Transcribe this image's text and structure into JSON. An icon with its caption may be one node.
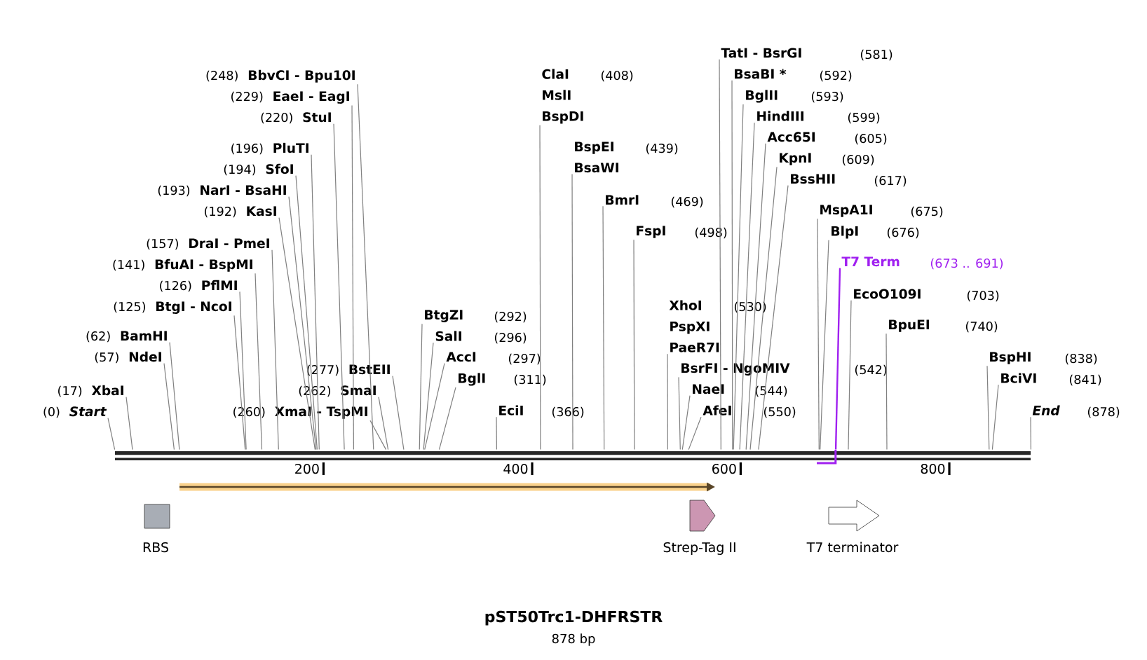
{
  "diagram": {
    "title": "pST50Trc1-DHFRSTR",
    "caption": "878 bp",
    "nodes": [
      {
        "text": [],
        "shape": "bar"
      },
      {
        "text": [
          "Start"
        ],
        "beside": [
          "(0)"
        ]
      },
      {
        "text": [
          "XbaI"
        ],
        "beside": [
          "(17)"
        ]
      },
      {
        "text": [
          "NdeI"
        ],
        "beside": [
          "(57)"
        ]
      },
      {
        "text": [
          "BamHI"
        ],
        "beside": [
          "(62)"
        ]
      },
      {
        "text": [
          "BtgI - NcoI"
        ],
        "beside": [
          "(125)"
        ]
      },
      {
        "text": [
          "PflMI"
        ],
        "beside": [
          "(126)"
        ]
      },
      {
        "text": [
          "BfuAI - BspMI"
        ],
        "beside": [
          "(141)"
        ]
      },
      {
        "text": [
          "DraI - PmeI"
        ],
        "beside": [
          "(157)"
        ]
      },
      {
        "text": [
          "KasI"
        ],
        "beside": [
          "(192)"
        ]
      },
      {
        "text": [
          "NarI - BsaHI"
        ],
        "beside": [
          "(193)"
        ]
      },
      {
        "text": [
          "SfoI"
        ],
        "beside": [
          "(194)"
        ]
      },
      {
        "text": [
          "PluTI"
        ],
        "beside": [
          "(196)"
        ]
      },
      {
        "text": [
          "StuI"
        ],
        "beside": [
          "(220)"
        ]
      },
      {
        "text": [
          "EaeI - EagI"
        ],
        "beside": [
          "(229)"
        ]
      },
      {
        "text": [
          "BbvCI - Bpu10I"
        ],
        "beside": [
          "(248)"
        ]
      },
      {
        "text": [
          "XmaI - TspMI"
        ],
        "beside": [
          "(260)"
        ]
      },
      {
        "text": [
          "SmaI"
        ],
        "beside": [
          "(262)"
        ]
      },
      {
        "text": [
          "BstEII"
        ],
        "beside": [
          "(277)"
        ]
      },
      {
        "text": [
          "BtgZI"
        ],
        "beside": [
          "(292)"
        ]
      },
      {
        "text": [
          "SalI"
        ],
        "beside": [
          "(296)"
        ]
      },
      {
        "text": [
          "AccI"
        ],
        "beside": [
          "(297)"
        ]
      },
      {
        "text": [
          "BglI"
        ],
        "beside": [
          "(311)"
        ]
      },
      {
        "text": [
          "EciI"
        ],
        "beside": [
          "(366)"
        ]
      },
      {
        "text": [
          "ClaI",
          "MslI",
          "BspDI"
        ],
        "beside": [
          "(408)"
        ]
      },
      {
        "text": [
          "BspEI",
          "BsaWI"
        ],
        "beside": [
          "(439)"
        ]
      },
      {
        "text": [
          "BmrI"
        ],
        "beside": [
          "(469)"
        ]
      },
      {
        "text": [
          "FspI"
        ],
        "beside": [
          "(498)"
        ]
      },
      {
        "text": [
          "XhoI",
          "PspXI",
          "PaeR7I"
        ],
        "beside": [
          "(530)"
        ]
      },
      {
        "text": [
          "BsrFI - NgoMIV"
        ],
        "beside": [
          "(542)"
        ]
      },
      {
        "text": [
          "NaeI"
        ],
        "beside": [
          "(544)"
        ]
      },
      {
        "text": [
          "AfeI"
        ],
        "beside": [
          "(550)"
        ]
      },
      {
        "text": [
          "TatI - BsrGI"
        ],
        "beside": [
          "(581)"
        ]
      },
      {
        "text": [
          "BsaBI *"
        ],
        "beside": [
          "(592)"
        ]
      },
      {
        "text": [
          "BglII"
        ],
        "beside": [
          "(593)"
        ]
      },
      {
        "text": [
          "HindIII"
        ],
        "beside": [
          "(599)"
        ]
      },
      {
        "text": [
          "Acc65I"
        ],
        "beside": [
          "(605)"
        ]
      },
      {
        "text": [
          "KpnI"
        ],
        "beside": [
          "(609)"
        ]
      },
      {
        "text": [
          "BssHII"
        ],
        "beside": [
          "(617)"
        ]
      },
      {
        "text": [
          "T7 Term"
        ],
        "beside": [
          "(673 .. 691)"
        ]
      },
      {
        "text": [
          "MspA1I"
        ],
        "beside": [
          "(675)"
        ]
      },
      {
        "text": [
          "BlpI"
        ],
        "beside": [
          "(676)"
        ]
      },
      {
        "text": [
          "EcoO109I"
        ],
        "beside": [
          "(703)"
        ]
      },
      {
        "text": [
          "BpuEI"
        ],
        "beside": [
          "(740)"
        ]
      },
      {
        "text": [
          "BspHI"
        ],
        "beside": [
          "(838)"
        ]
      },
      {
        "text": [
          "BciVI"
        ],
        "beside": [
          "(841)"
        ]
      },
      {
        "text": [
          "End"
        ],
        "beside": [
          "(878)"
        ]
      },
      {
        "text": [],
        "shape": "bar"
      },
      {
        "text": [
          "RBS"
        ]
      },
      {
        "text": [
          "Strep-Tag II"
        ]
      },
      {
        "text": [
          "T7 terminator"
        ]
      }
    ],
    "edges": [
      {
        "from": 1,
        "to": 0,
        "arrow": "none"
      },
      {
        "from": 2,
        "to": 0,
        "arrow": "none"
      },
      {
        "from": 3,
        "to": 0,
        "arrow": "none"
      },
      {
        "from": 4,
        "to": 0,
        "arrow": "none"
      },
      {
        "from": 5,
        "to": 0,
        "arrow": "none"
      },
      {
        "from": 6,
        "to": 0,
        "arrow": "none"
      },
      {
        "from": 7,
        "to": 0,
        "arrow": "none"
      },
      {
        "from": 8,
        "to": 0,
        "arrow": "none"
      },
      {
        "from": 9,
        "to": 0,
        "arrow": "none"
      },
      {
        "from": 10,
        "to": 0,
        "arrow": "none"
      },
      {
        "from": 11,
        "to": 0,
        "arrow": "none"
      },
      {
        "from": 12,
        "to": 0,
        "arrow": "none"
      },
      {
        "from": 13,
        "to": 0,
        "arrow": "none"
      },
      {
        "from": 14,
        "to": 0,
        "arrow": "none"
      },
      {
        "from": 15,
        "to": 0,
        "arrow": "none"
      },
      {
        "from": 16,
        "to": 0,
        "arrow": "none"
      },
      {
        "from": 17,
        "to": 0,
        "arrow": "none"
      },
      {
        "from": 18,
        "to": 0,
        "arrow": "none"
      },
      {
        "from": 19,
        "to": 0,
        "arrow": "none"
      },
      {
        "from": 20,
        "to": 0,
        "arrow": "none"
      },
      {
        "from": 21,
        "to": 0,
        "arrow": "none"
      },
      {
        "from": 22,
        "to": 0,
        "arrow": "none"
      },
      {
        "from": 23,
        "to": 0,
        "arrow": "none"
      },
      {
        "from": 24,
        "to": 0,
        "arrow": "none"
      },
      {
        "from": 25,
        "to": 0,
        "arrow": "none"
      },
      {
        "from": 26,
        "to": 0,
        "arrow": "none"
      },
      {
        "from": 27,
        "to": 0,
        "arrow": "none"
      },
      {
        "from": 28,
        "to": 0,
        "arrow": "none"
      },
      {
        "from": 29,
        "to": 0,
        "arrow": "none"
      },
      {
        "from": 30,
        "to": 0,
        "arrow": "none"
      },
      {
        "from": 31,
        "to": 0,
        "arrow": "none"
      },
      {
        "from": 32,
        "to": 0,
        "arrow": "none"
      },
      {
        "from": 33,
        "to": 0,
        "arrow": "none"
      },
      {
        "from": 34,
        "to": 0,
        "arrow": "none"
      },
      {
        "from": 35,
        "to": 0,
        "arrow": "none"
      },
      {
        "from": 36,
        "to": 0,
        "arrow": "none"
      },
      {
        "from": 37,
        "to": 0,
        "arrow": "none"
      },
      {
        "from": 38,
        "to": 0,
        "arrow": "none"
      },
      {
        "from": 39,
        "to": 0,
        "arrow": "none",
        "color": "#a020f0"
      },
      {
        "from": 40,
        "to": 0,
        "arrow": "none"
      },
      {
        "from": 41,
        "to": 0,
        "arrow": "none"
      },
      {
        "from": 42,
        "to": 0,
        "arrow": "none"
      },
      {
        "from": 43,
        "to": 0,
        "arrow": "none"
      },
      {
        "from": 44,
        "to": 0,
        "arrow": "none"
      },
      {
        "from": 45,
        "to": 0,
        "arrow": "none"
      },
      {
        "from": 46,
        "to": 0,
        "arrow": "none"
      }
    ],
    "labels": [
      "200",
      "400",
      "600",
      "800"
    ]
  }
}
